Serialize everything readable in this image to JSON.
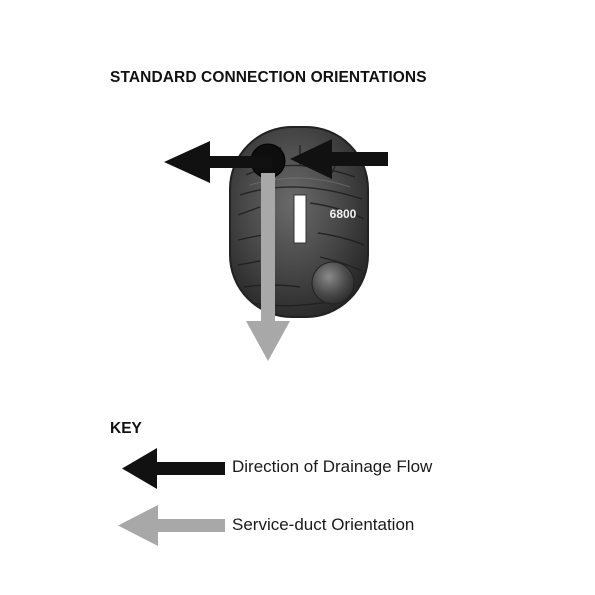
{
  "title": "STANDARD CONNECTION ORIENTATIONS",
  "diagram": {
    "unit_label": "6800",
    "colors": {
      "drainage_arrow": "#111111",
      "service_duct_arrow": "#a8a8a8",
      "tank_body": "#3c3c3c"
    }
  },
  "key": {
    "heading": "KEY",
    "items": [
      {
        "label": "Direction of Drainage Flow",
        "icon": "black-arrow-icon"
      },
      {
        "label": "Service-duct Orientation",
        "icon": "grey-arrow-icon"
      }
    ]
  }
}
